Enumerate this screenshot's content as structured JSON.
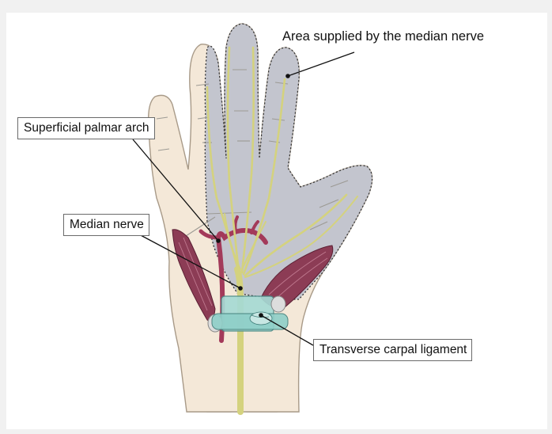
{
  "diagram": {
    "labels": {
      "area_supplied": "Area supplied by the median nerve",
      "superficial_palmar_arch": "Superficial palmar arch",
      "median_nerve": "Median nerve",
      "transverse_carpal_ligament": "Transverse carpal ligament"
    },
    "colors": {
      "skin": "#f3e6d6",
      "median_area": "#bfc2cc",
      "nerve": "#d8d78a",
      "muscle": "#8c3c55",
      "artery": "#a33a5a",
      "ligament": "#9fd4d0",
      "bone": "#c9c9c9"
    }
  }
}
